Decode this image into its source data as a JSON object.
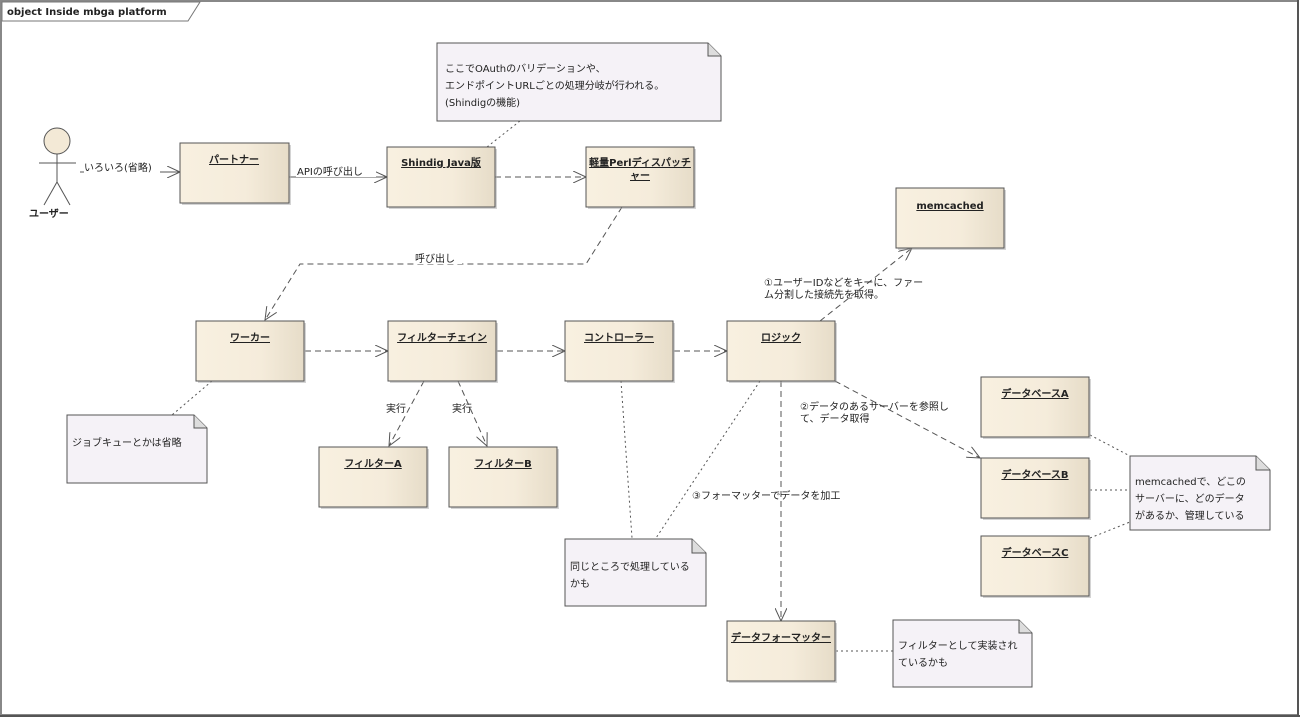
{
  "frame": {
    "title": "object Inside mbga platform"
  },
  "actor": {
    "name": "ユーザー"
  },
  "objects": {
    "partner": "パートナー",
    "shindig": "Shindig Java版",
    "dispatcher_line1": "軽量Perlディスパッチ",
    "dispatcher_line2": "ャー",
    "memcached": "memcached",
    "worker": "ワーカー",
    "filter_chain": "フィルターチェイン",
    "controller": "コントローラー",
    "logic": "ロジック",
    "filter_a": "フィルターA",
    "filter_b": "フィルターB",
    "db_a": "データベースA",
    "db_b": "データベースB",
    "db_c": "データベースC",
    "formatter": "データフォーマッター"
  },
  "edges": {
    "user_partner": "いろいろ(省略)",
    "partner_shindig": "APIの呼び出し",
    "dispatcher_worker": "呼び出し",
    "exec_a": "実行",
    "exec_b": "実行",
    "logic_memcached_line1": "①ユーザーIDなどをキーに、ファー",
    "logic_memcached_line2": "ム分割した接続先を取得。",
    "logic_db_line1": "②データのあるサーバーを参照し",
    "logic_db_line2": "て、データ取得",
    "logic_formatter": "③フォーマッターでデータを加工"
  },
  "notes": {
    "oauth": [
      "ここでOAuthのバリデーションや、",
      "エンドポイントURLごとの処理分岐が行われる。",
      "(Shindigの機能)"
    ],
    "jobqueue": [
      "ジョブキューとかは省略"
    ],
    "same_place": [
      "同じところで処理している",
      "かも"
    ],
    "memcached_mgmt": [
      "memcachedで、どこの",
      "サーバーに、どのデータ",
      "があるか、管理している"
    ],
    "filter_impl": [
      "フィルターとして実装され",
      "ているかも"
    ]
  }
}
